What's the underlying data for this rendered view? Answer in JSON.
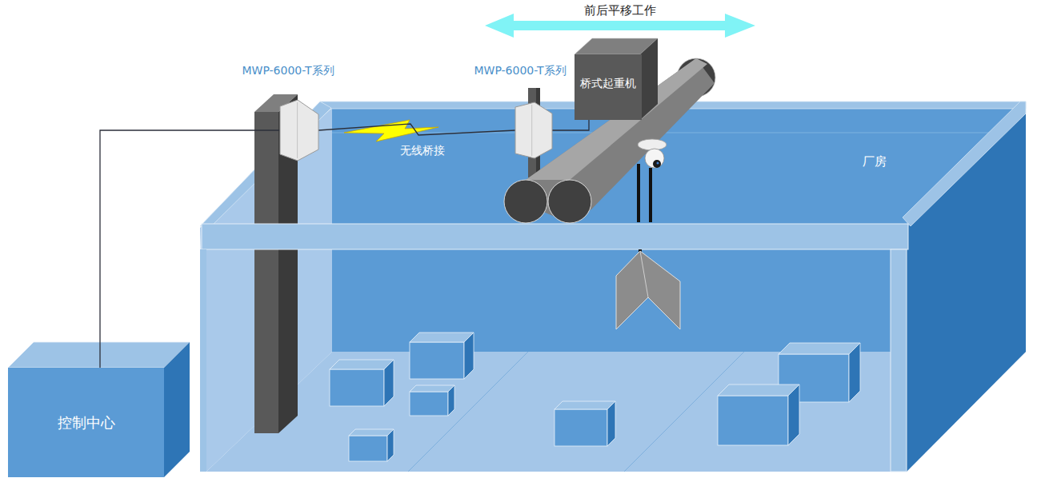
{
  "diagram": {
    "nodes": [
      {
        "text": [
          "MWP-6000-T系列"
        ]
      },
      {
        "text": [
          "MWP-6000-T系列"
        ]
      },
      {
        "text": [
          "桥式起重机"
        ]
      },
      {
        "text": [
          "厂房"
        ]
      },
      {
        "text": [
          "控制中心"
        ]
      }
    ],
    "edges": [
      {
        "from": 4,
        "to": 0,
        "arrow": "none"
      },
      {
        "from": 0,
        "to": 1,
        "label": "无线桥接",
        "arrow": "none"
      },
      {
        "from": 1,
        "to": 2,
        "arrow": "none"
      }
    ],
    "labels": [
      "前后平移工作"
    ]
  }
}
